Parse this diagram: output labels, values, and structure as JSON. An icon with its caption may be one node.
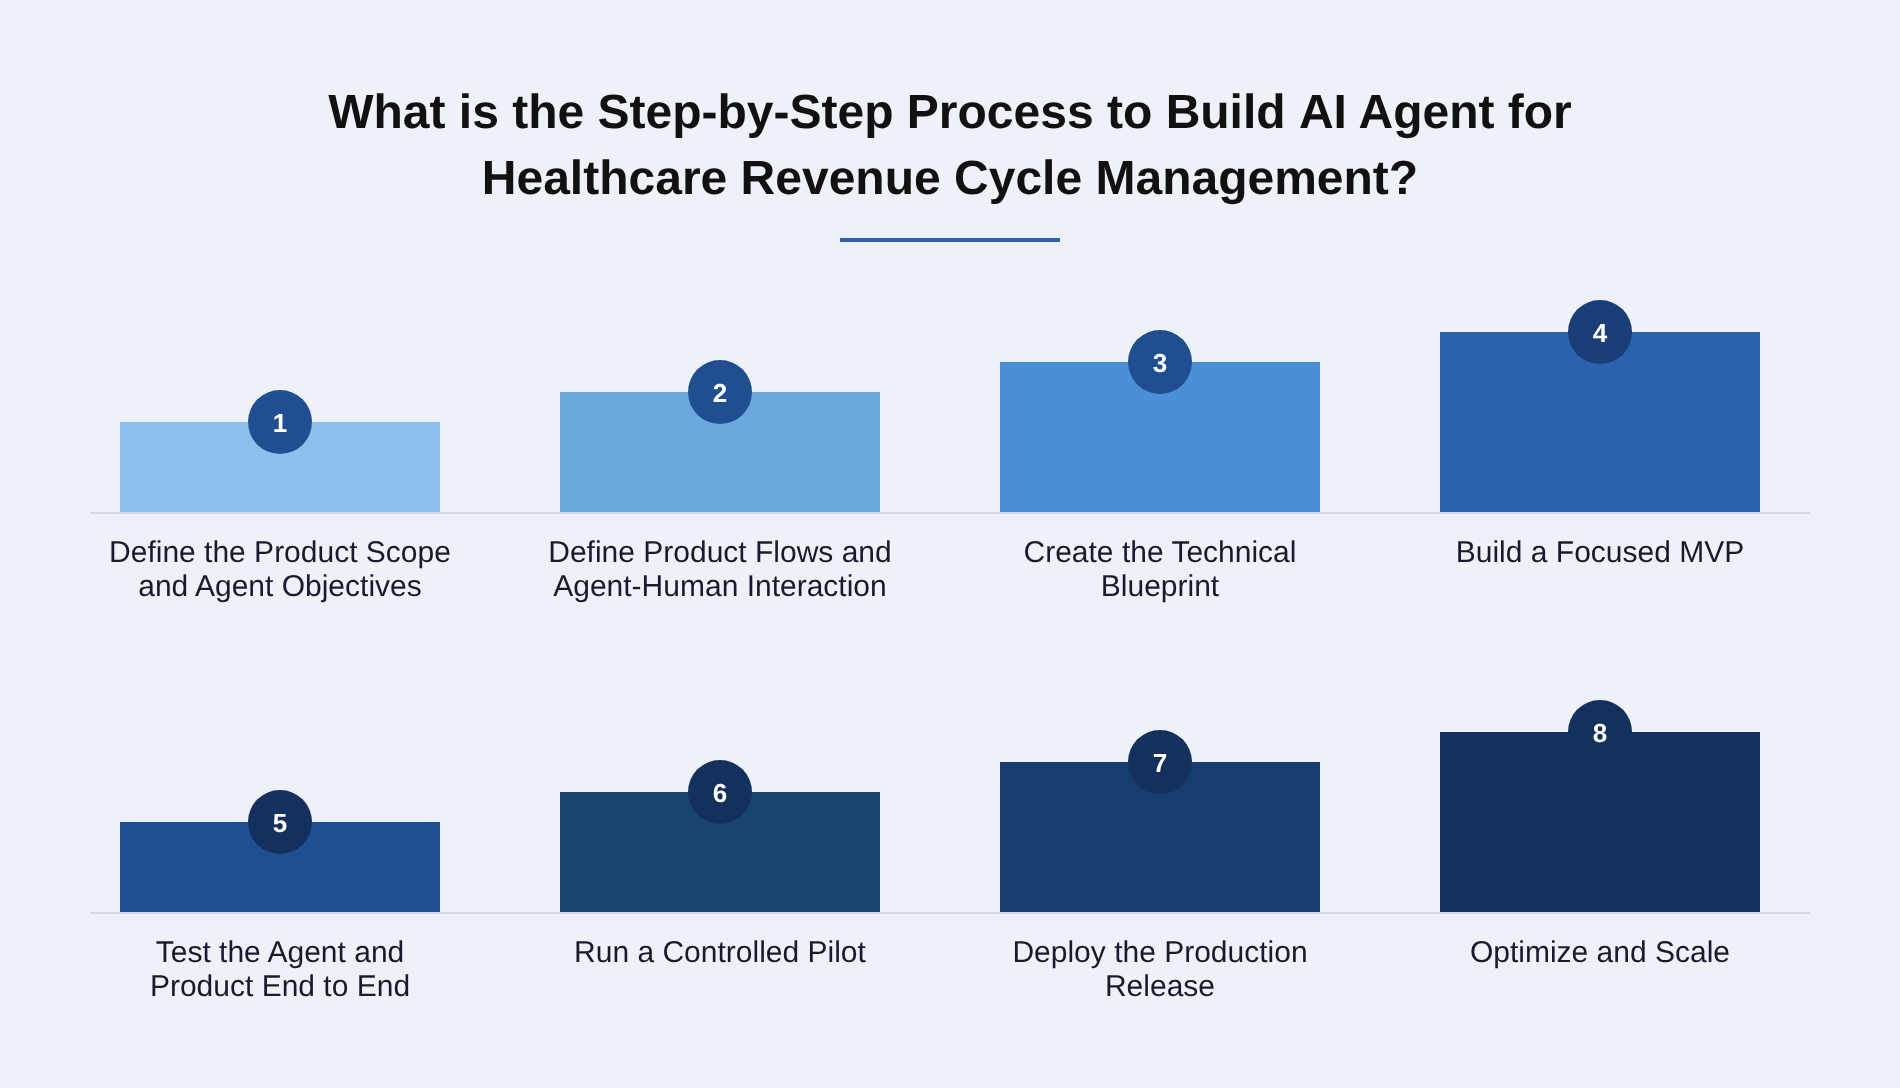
{
  "diagram": {
    "title": "What is the Step-by-Step Process to Build **AI Agent for Healthcare Revenue Cycle Management?**",
    "nodes": [
      {
        "text": [
          "1"
        ],
        "beside": [
          "Define the Product Scope and Agent Objectives"
        ]
      },
      {
        "text": [
          "2"
        ],
        "beside": [
          "Define Product Flows and Agent-Human Interaction"
        ]
      },
      {
        "text": [
          "3"
        ],
        "beside": [
          "Create the Technical Blueprint"
        ]
      },
      {
        "text": [
          "4"
        ],
        "beside": [
          "Build a Focused MVP"
        ]
      },
      {
        "text": [
          "5"
        ],
        "beside": [
          "Test the Agent and Product End to End"
        ]
      },
      {
        "text": [
          "6"
        ],
        "beside": [
          "Run a Controlled Pilot"
        ]
      },
      {
        "text": [
          "7"
        ],
        "beside": [
          "Deploy the Production Release"
        ]
      },
      {
        "text": [
          "8"
        ],
        "beside": [
          "Optimize and Scale"
        ]
      }
    ],
    "edges": []
  }
}
